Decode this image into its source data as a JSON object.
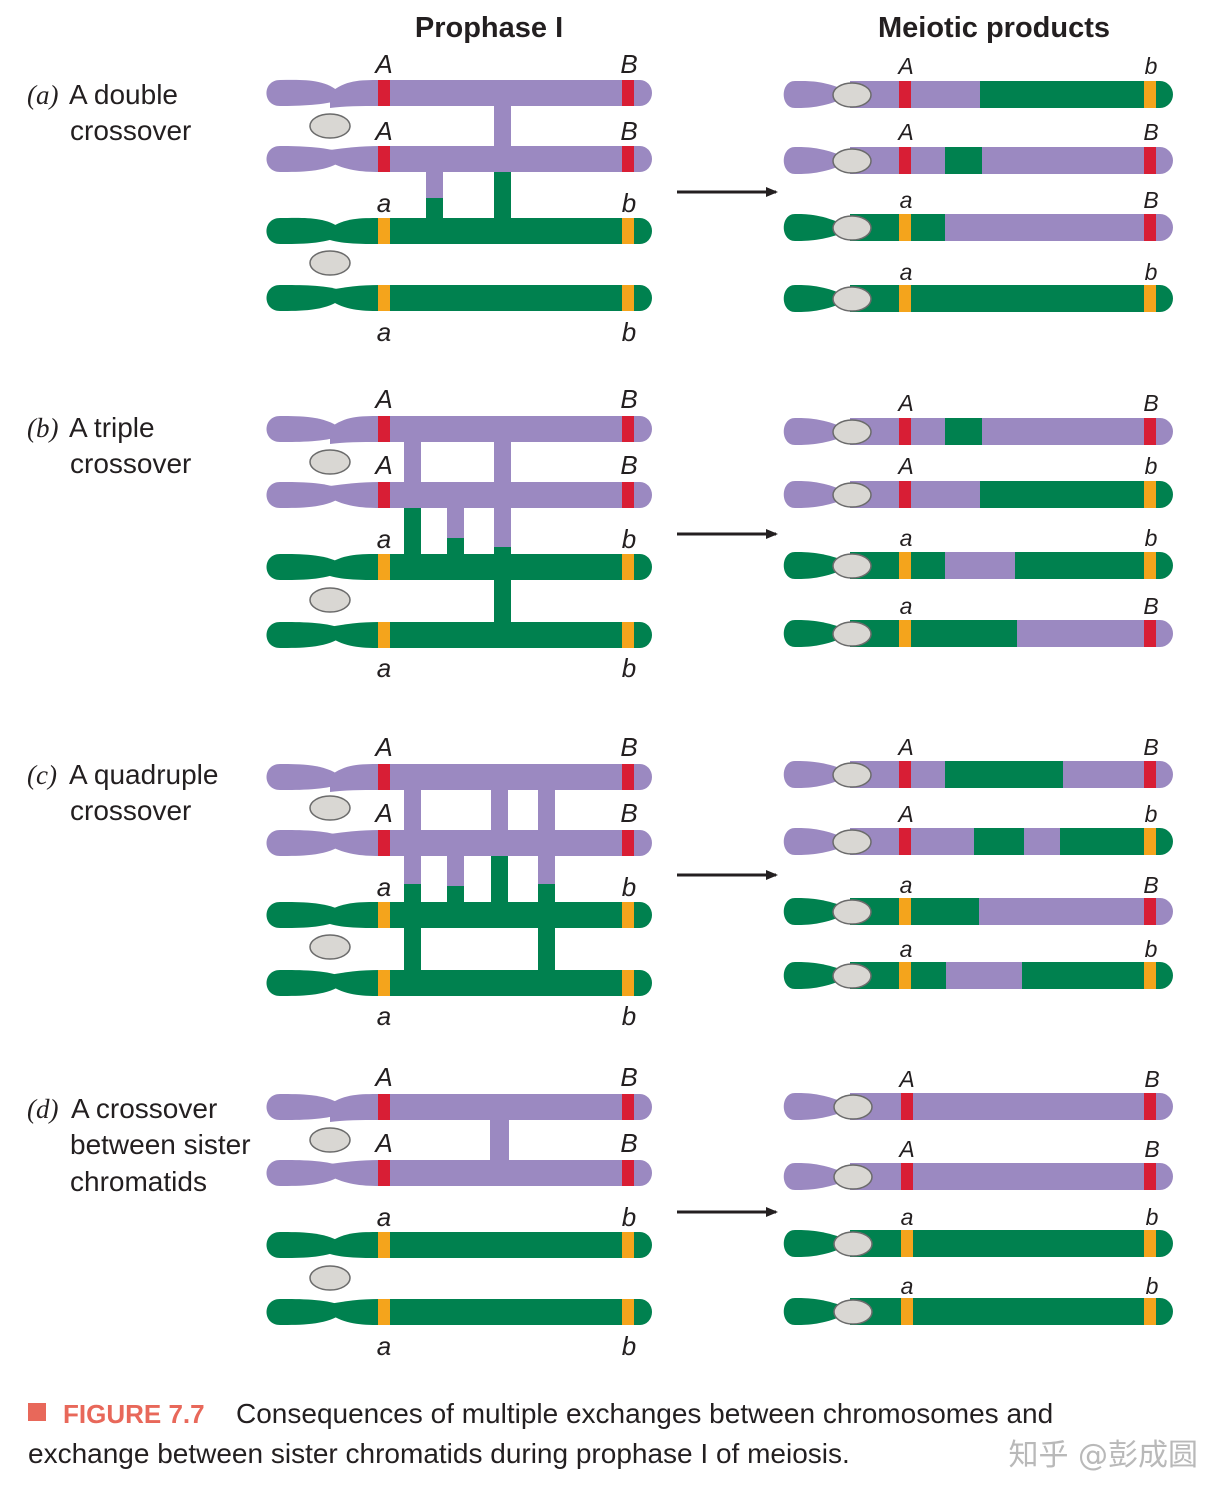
{
  "headers": {
    "prophase": "Prophase I",
    "products": "Meiotic products"
  },
  "colors": {
    "purple": "#9b89c1",
    "green": "#00814f",
    "red": "#d81e35",
    "orange": "#f4a41c",
    "centromere": "#d9d7d3"
  },
  "panels": [
    {
      "letter": "(a)",
      "line1": "A double",
      "line2": "crossover",
      "line3": "",
      "pro_labels": [
        "A",
        "B",
        "A",
        "B",
        "a",
        "b",
        "a",
        "b"
      ],
      "products": [
        {
          "left": "A",
          "right": "b"
        },
        {
          "left": "A",
          "right": "B"
        },
        {
          "left": "a",
          "right": "B"
        },
        {
          "left": "a",
          "right": "b"
        }
      ]
    },
    {
      "letter": "(b)",
      "line1": "A triple",
      "line2": "crossover",
      "line3": "",
      "pro_labels": [
        "A",
        "B",
        "A",
        "B",
        "a",
        "b",
        "a",
        "b"
      ],
      "products": [
        {
          "left": "A",
          "right": "B"
        },
        {
          "left": "A",
          "right": "b"
        },
        {
          "left": "a",
          "right": "b"
        },
        {
          "left": "a",
          "right": "B"
        }
      ]
    },
    {
      "letter": "(c)",
      "line1": "A quadruple",
      "line2": "crossover",
      "line3": "",
      "pro_labels": [
        "A",
        "B",
        "A",
        "B",
        "a",
        "b",
        "a",
        "b"
      ],
      "products": [
        {
          "left": "A",
          "right": "B"
        },
        {
          "left": "A",
          "right": "b"
        },
        {
          "left": "a",
          "right": "B"
        },
        {
          "left": "a",
          "right": "b"
        }
      ]
    },
    {
      "letter": "(d)",
      "line1": "A crossover",
      "line2": "between sister",
      "line3": "chromatids",
      "pro_labels": [
        "A",
        "B",
        "A",
        "B",
        "a",
        "b",
        "a",
        "b"
      ],
      "products": [
        {
          "left": "A",
          "right": "B"
        },
        {
          "left": "A",
          "right": "B"
        },
        {
          "left": "a",
          "right": "b"
        },
        {
          "left": "a",
          "right": "b"
        }
      ]
    }
  ],
  "caption": {
    "figure": "FIGURE 7.7",
    "line1": "Consequences of multiple exchanges between chromosomes and",
    "line2": "exchange between sister chromatids during prophase I of meiosis."
  },
  "watermark": "知乎 @彭成圆"
}
